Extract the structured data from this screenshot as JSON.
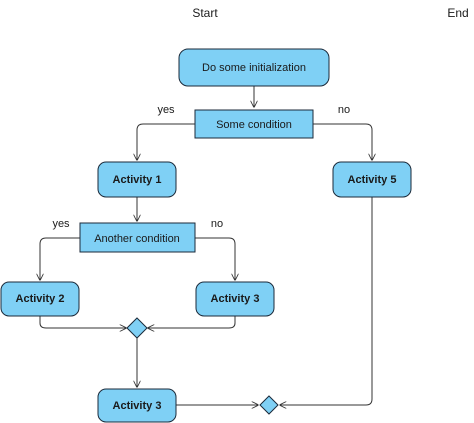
{
  "headers": {
    "start": "Start",
    "end": "End"
  },
  "nodes": {
    "init": "Do some initialization",
    "cond1": "Some condition",
    "act1": "Activity 1",
    "act5": "Activity 5",
    "cond2": "Another condition",
    "act2": "Activity 2",
    "act3a": "Activity 3",
    "act3b": "Activity 3"
  },
  "edge_labels": {
    "cond1_yes": "yes",
    "cond1_no": "no",
    "cond2_yes": "yes",
    "cond2_no": "no"
  },
  "colors": {
    "fill": "#7fd0f5",
    "stroke": "#1b2a3a"
  }
}
